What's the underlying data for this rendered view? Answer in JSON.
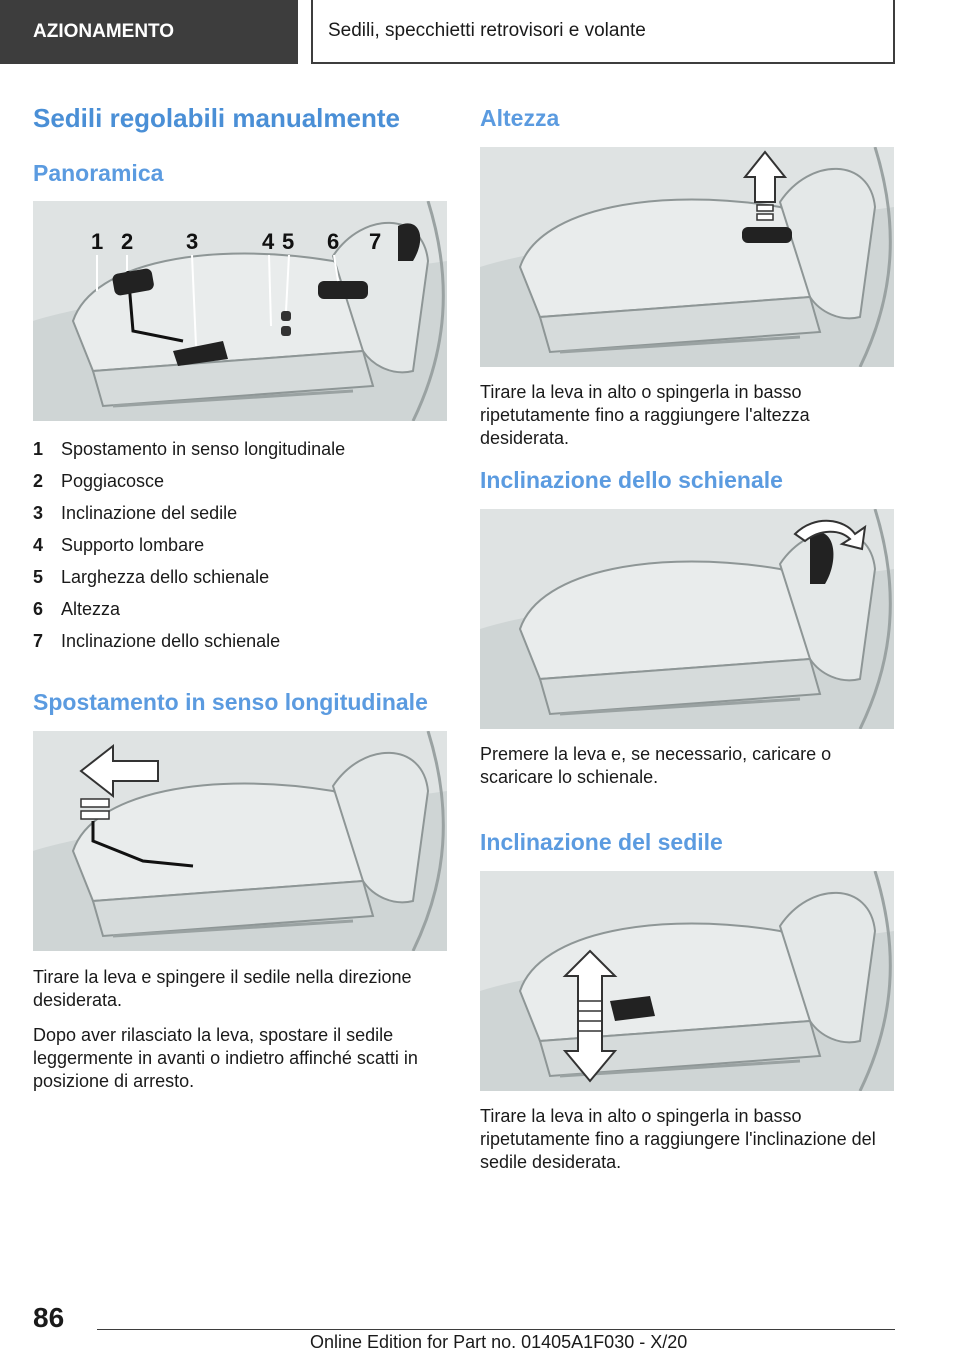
{
  "header": {
    "section": "AZIONAMENTO",
    "chapter": "Sedili, specchietti retrovisori e volante"
  },
  "left": {
    "title": "Sedili regolabili manualmente",
    "overview_heading": "Panoramica",
    "overview_labels": [
      "1",
      "2",
      "3",
      "4",
      "5",
      "6",
      "7"
    ],
    "legend": [
      {
        "num": "1",
        "text": "Spostamento in senso longitudinale"
      },
      {
        "num": "2",
        "text": "Poggiacosce"
      },
      {
        "num": "3",
        "text": "Inclinazione del sedile"
      },
      {
        "num": "4",
        "text": "Supporto lombare"
      },
      {
        "num": "5",
        "text": "Larghezza dello schienale"
      },
      {
        "num": "6",
        "text": "Altezza"
      },
      {
        "num": "7",
        "text": "Inclinazione dello schienale"
      }
    ],
    "longitudinal_heading": "Spostamento in senso longitudinale",
    "longitudinal_p1": "Tirare la leva e spingere il sedile nella direzione desiderata.",
    "longitudinal_p2": "Dopo aver rilasciato la leva, spostare il sedile leggermente in avanti o indietro affinché scatti in posizione di arresto."
  },
  "right": {
    "height_heading": "Altezza",
    "height_text": "Tirare la leva in alto o spingerla in basso ripetutamente fino a raggiungere l'altezza desiderata.",
    "backrest_heading": "Inclinazione dello schienale",
    "backrest_text": "Premere la leva e, se necessario, caricare o scaricare lo schienale.",
    "seat_tilt_heading": "Inclinazione del sedile",
    "seat_tilt_text": "Tirare la leva in alto o spingerla in basso ripetutamente fino a raggiungere l'inclinazione del sedile desiderata."
  },
  "footer": {
    "page_number": "86",
    "edition": "Online Edition for Part no. 01405A1F030 - X/20"
  }
}
